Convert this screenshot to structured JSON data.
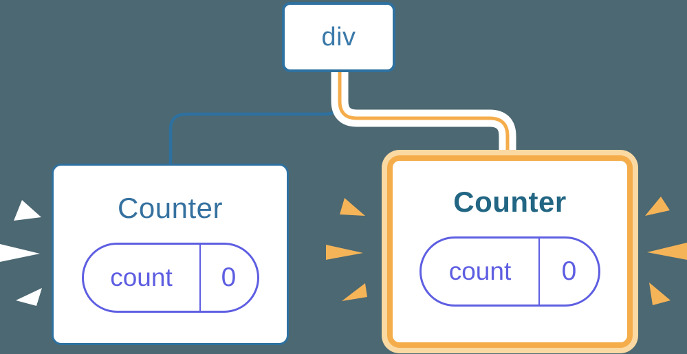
{
  "diagram": {
    "description": "React component tree diagram: a div parent with two Counter children; the right Counter is highlighted as freshly rendered",
    "background_color": "#4C6872",
    "root": {
      "label": "div"
    },
    "children": [
      {
        "label": "Counter",
        "highlighted": false,
        "state": {
          "key": "count",
          "value": "0"
        },
        "connector_color": "#2E71A0",
        "burst_color": "#FFFFFF"
      },
      {
        "label": "Counter",
        "highlighted": true,
        "state": {
          "key": "count",
          "value": "0"
        },
        "connector_color": "#F5AD4B",
        "burst_color": "#F6B458"
      }
    ],
    "colors": {
      "steel_blue_border": "#2E71A0",
      "steel_blue_text": "#3A79A9",
      "left_title_text": "#35719F",
      "right_title_text": "#226683",
      "purple_pill": "#5E5EE2",
      "orange_border": "#F5AD4B",
      "orange_glow_ring": "#FBD9A2",
      "orange_burst": "#F6B458",
      "white": "#FFFFFF"
    }
  }
}
